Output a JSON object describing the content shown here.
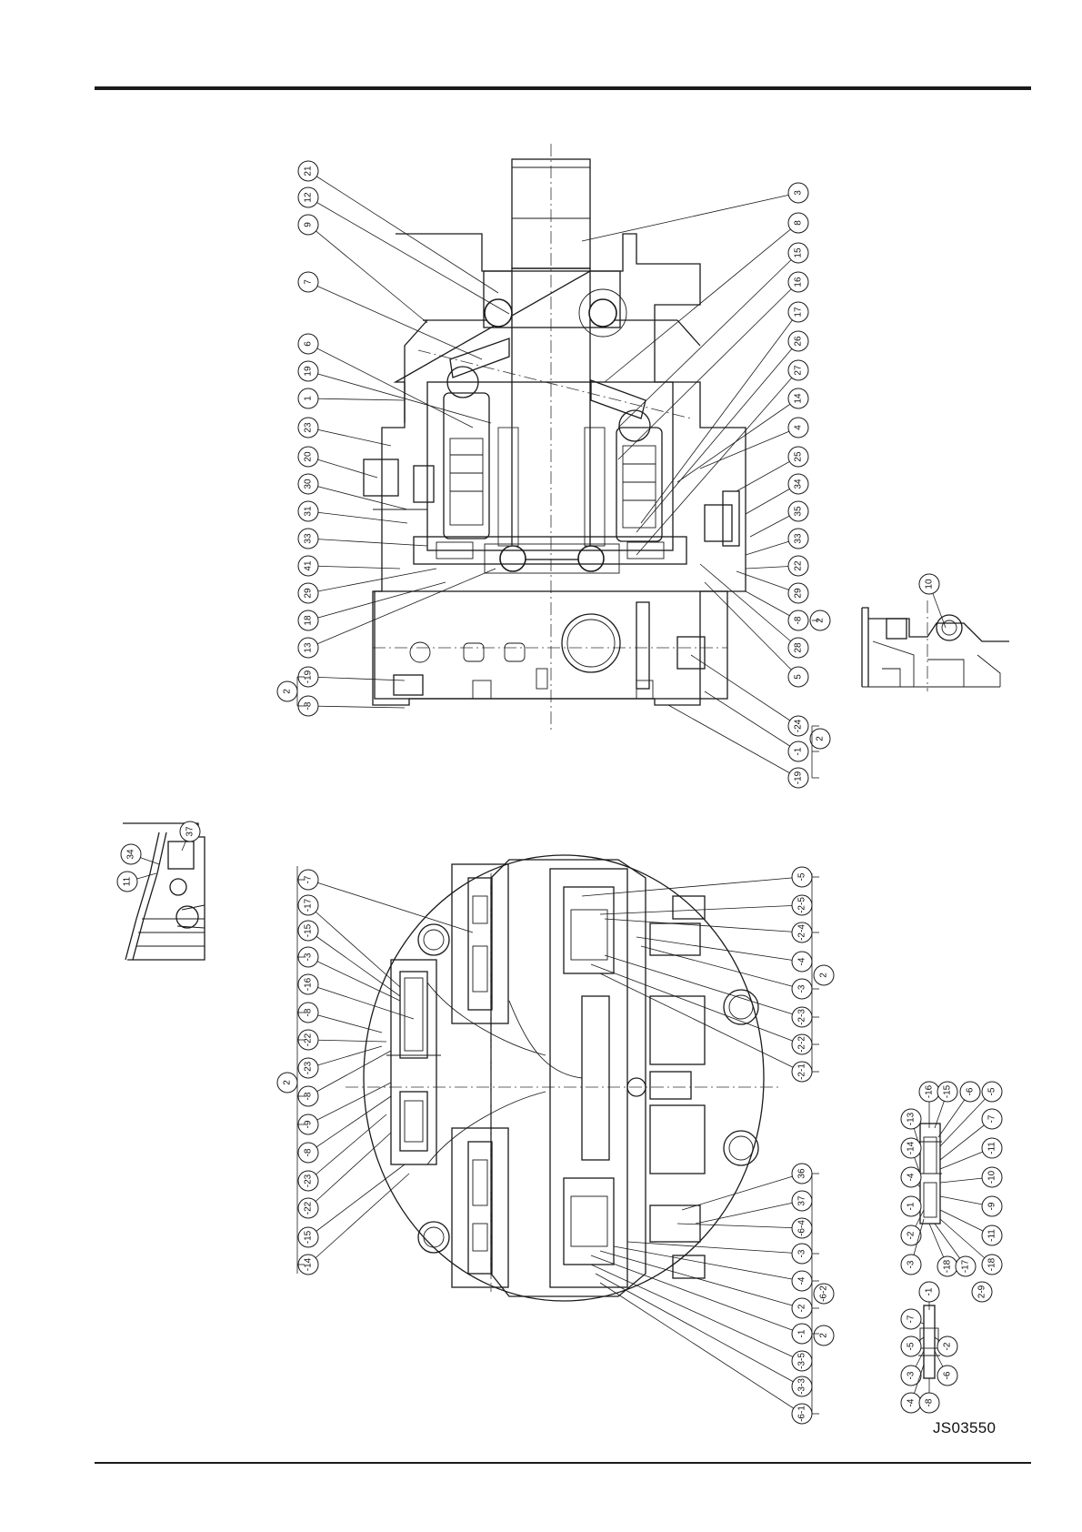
{
  "reference_code": "JS03550",
  "callouts": {
    "top_left": [
      "21",
      "12",
      "9",
      "7",
      "6",
      "19",
      "1",
      "23",
      "20",
      "30",
      "31",
      "33",
      "41",
      "29",
      "18",
      "13",
      "-19",
      "-8",
      "2"
    ],
    "top_right": [
      "3",
      "8",
      "15",
      "16",
      "17",
      "26",
      "27",
      "14",
      "4",
      "25",
      "34",
      "35",
      "33",
      "22",
      "29",
      "-8",
      "2",
      "28",
      "5",
      "-24",
      "-1",
      "2",
      "-19"
    ],
    "detail_top": [
      "10"
    ],
    "detail_left": [
      "34",
      "11",
      "37"
    ],
    "bottom_left": [
      "-7",
      "-17",
      "-15",
      "-3",
      "-16",
      "-8",
      "-22",
      "-23",
      "-8",
      "2",
      "-9",
      "-8",
      "-23",
      "-22",
      "-15",
      "-14"
    ],
    "bottom_right": [
      "-5",
      "-2-5",
      "-2-4",
      "-4",
      "-3",
      "2",
      "-2-3",
      "-2-2",
      "-2-1",
      "36",
      "37",
      "-6-4",
      "-3",
      "-4",
      "-2",
      "-1",
      "-6-2",
      "2",
      "-3-5",
      "-3-3",
      "-6-1"
    ],
    "detail_right_a": [
      "-16",
      "-15",
      "-6",
      "-5",
      "-13",
      "-7",
      "-14",
      "-11",
      "-4",
      "-10",
      "-1",
      "-9",
      "-2",
      "-11",
      "-3",
      "-18",
      "-17",
      "-18"
    ],
    "detail_right_b": [
      "-1",
      "2-9",
      "-7",
      "-5",
      "-3",
      "-2",
      "-4",
      "-6",
      "-8"
    ]
  }
}
